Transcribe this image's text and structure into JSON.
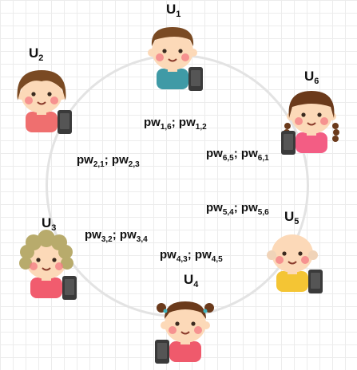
{
  "users": [
    {
      "id": "u1",
      "name": "U",
      "index": "1",
      "hair": "#7a4a23",
      "shirt": "#3f9aa6",
      "style": "boy"
    },
    {
      "id": "u2",
      "name": "U",
      "index": "2",
      "hair": "#7a4a23",
      "shirt": "#ef6f6f",
      "style": "girl-short"
    },
    {
      "id": "u3",
      "name": "U",
      "index": "3",
      "hair": "#b8ab6c",
      "shirt": "#f15c6e",
      "style": "grandma"
    },
    {
      "id": "u4",
      "name": "U",
      "index": "4",
      "hair": "#6b3a1b",
      "shirt": "#ef5a6c",
      "style": "girl-buns"
    },
    {
      "id": "u5",
      "name": "U",
      "index": "5",
      "hair": "#f0d3b8",
      "shirt": "#f4c534",
      "style": "grandpa"
    },
    {
      "id": "u6",
      "name": "U",
      "index": "6",
      "hair": "#6b3a1b",
      "shirt": "#f35d84",
      "style": "girl-braids"
    }
  ],
  "edges": [
    {
      "id": "e16",
      "a": {
        "base": "pw",
        "sub": "1,6"
      },
      "b": {
        "base": "pw",
        "sub": "1,2"
      }
    },
    {
      "id": "e21",
      "a": {
        "base": "pw",
        "sub": "2,1"
      },
      "b": {
        "base": "pw",
        "sub": "2,3"
      }
    },
    {
      "id": "e65",
      "a": {
        "base": "pw",
        "sub": "6,5"
      },
      "b": {
        "base": "pw",
        "sub": "6,1"
      }
    },
    {
      "id": "e54",
      "a": {
        "base": "pw",
        "sub": "5,4"
      },
      "b": {
        "base": "pw",
        "sub": "5,6"
      }
    },
    {
      "id": "e32",
      "a": {
        "base": "pw",
        "sub": "3,2"
      },
      "b": {
        "base": "pw",
        "sub": "3,4"
      }
    },
    {
      "id": "e43",
      "a": {
        "base": "pw",
        "sub": "4,3"
      },
      "b": {
        "base": "pw",
        "sub": "4,5"
      }
    }
  ],
  "separator": "; ",
  "colors": {
    "ring": "#e3e3e3",
    "skin": "#fcd9b8",
    "cheek": "#f47f86",
    "phone": "#3a3a3a"
  }
}
